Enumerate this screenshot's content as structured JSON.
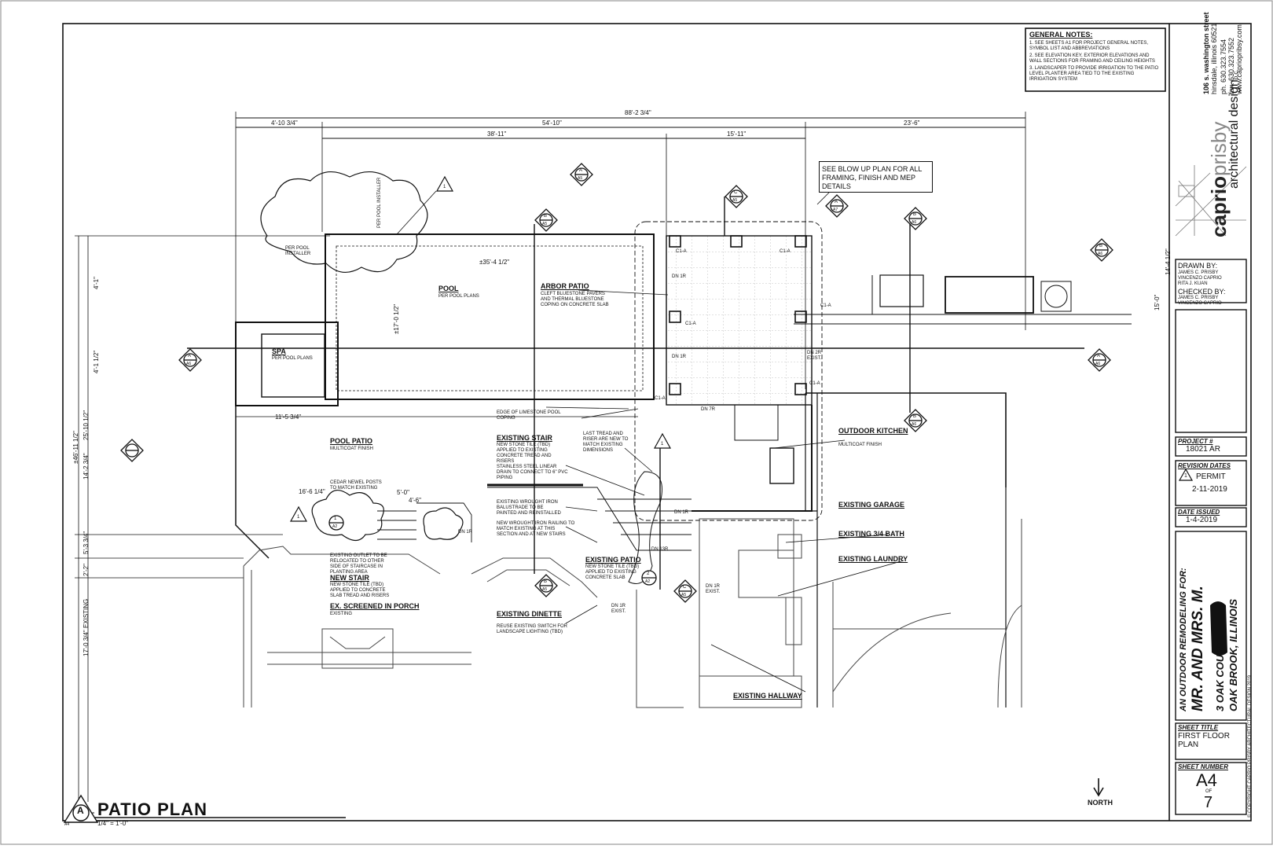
{
  "general_notes": {
    "title": "GENERAL NOTES:",
    "items": [
      "1. SEE SHEETS A1 FOR PROJECT GENERAL NOTES, SYMBOL LIST AND ABBREVIATIONS",
      "2. SEE ELEVATION KEY, EXTERIOR ELEVATIONS AND WALL SECTIONS FOR FRAMING AND CEILING HEIGHTS",
      "3. LANDSCAPER TO PROVIDE IRRIGATION TO THE PATIO LEVEL PLANTER AREA TIED TO THE EXISTING IRRIGATION SYSTEM"
    ]
  },
  "firm": {
    "address_lines": [
      "106 s. washington street",
      "hinsdale, illinois 60521",
      "ph. 630.323.7554",
      "fax. 630.323.7552",
      "www.capriopribsy.com"
    ],
    "name_a": "caprio",
    "name_b": "prisby",
    "subtitle": "architectural design",
    "suffix": "p.c."
  },
  "drawn_by": {
    "label": "DRAWN BY:",
    "names": [
      "JAMES C. PRISBY",
      "VINCENZO CAPRIO",
      "RITA J. KUAN"
    ]
  },
  "checked_by": {
    "label": "CHECKED BY:",
    "names": [
      "JAMES C. PRISBY",
      "VINCENZO CAPRIO"
    ]
  },
  "project": {
    "label": "PROJECT #",
    "value": "18021 AR"
  },
  "revision": {
    "label": "REVISION DATES",
    "item": "PERMIT",
    "mark": "1",
    "date": "2-11-2019"
  },
  "date_issued": {
    "label": "DATE ISSUED",
    "value": "1-4-2019"
  },
  "client": {
    "line1": "AN OUTDOOR REMODELING FOR:",
    "line2": "MR. AND MRS. M.",
    "line3": "3 OAK COURT",
    "line4": "OAK BROOK, ILLINOIS"
  },
  "copyright": "© COPYRIGHT CAPRIO PRISBY ARCHITECTURAL DESIGN 2019",
  "sheet_title": {
    "label": "SHEET TITLE",
    "value_1": "FIRST FLOOR",
    "value_2": "PLAN"
  },
  "sheet_number": {
    "label": "SHEET NUMBER",
    "value": "A4",
    "of": "OF",
    "total": "7"
  },
  "drawing": {
    "title": "PATIO PLAN",
    "scale": "1/4\" = 1'-0\"",
    "tag": "A",
    "tag_sheet": "A4",
    "north": "NORTH"
  },
  "dimensions": {
    "overall": "88'-2 3/4\"",
    "d1": "4'-10 3/4\"",
    "d2": "54'-10\"",
    "d3": "23'-6\"",
    "d4": "38'-11\"",
    "d5": "15'-11\"",
    "pool_len": "±35'-4 1/2\"",
    "pool_w": "±17'-0 1/2\"",
    "left_total": "±46'-11 1/2\"",
    "left_a": "25'-10 1/2\"",
    "left_b": "14'-2 3/4\"",
    "left_c": "5'-3 3/4\"",
    "left_d": "17'-0 3/4\" EXISTING",
    "left_e": "2'-2\"",
    "left_f": "4'-1\"",
    "left_g": "4'-1 1/2\"",
    "right_a": "14'-4 1/2\"",
    "right_b": "15'-0\"",
    "spa_dim": "11'-5 3/4\"",
    "stair_a": "16'-6 1/4\"",
    "stair_b": "5'-0\"",
    "stair_c": "4'-6\""
  },
  "labels": {
    "pool": "POOL",
    "pool_sub": "PER POOL PLANS",
    "spa": "SPA",
    "spa_sub": "PER POOL PLANS",
    "per_pool_installer": "PER POOL INSTALLER",
    "per_pool_installer_2": "PER POOL INSTALLER",
    "arbor": "ARBOR PATIO",
    "arbor_sub": "CLEFT BLUESTONE PAVERS AND THERMAL BLUESTONE COPING ON CONCRETE SLAB",
    "blowup": "SEE BLOW UP PLAN FOR ALL FRAMING, FINISH AND MEP DETAILS",
    "pool_patio": "POOL PATIO",
    "pool_patio_sub": "MULTICOAT FINISH",
    "limestone": "EDGE OF LIMESTONE POOL COPING",
    "existing_stair": "EXISTING STAIR",
    "existing_stair_sub": "NEW STONE TILE (TBD) APPLIED TO EXISTING CONCRETE TREAD AND RISERS",
    "last_tread": "LAST TREAD AND RISER ARE NEW TO MATCH EXISTING DIMENSIONS",
    "drain": "STAINLESS STEEL LINEAR DRAIN TO CONNECT TO 6\" PVC PIPING",
    "cedar": "CEDAR NEWEL POSTS TO MATCH EXISTING",
    "wrought1": "EXISTING WROUGHT IRON BALUSTRADE TO BE PAINTED AND REINSTALLED",
    "wrought2": "NEW WROUGHT IRON RAILING TO MATCH EXISTING AT THIS SECTION AND AT NEW STAIRS",
    "outlet": "EXISTING OUTLET TO BE RELOCATED TO OTHER SIDE OF STAIRCASE IN PLANTING AREA",
    "new_stair": "NEW STAIR",
    "new_stair_sub": "NEW STONE TILE (TBD) APPLIED TO CONCRETE SLAB TREAD AND RISERS",
    "screened": "EX. SCREENED IN PORCH",
    "screened_sub": "EXISTING",
    "ex_patio": "EXISTING PATIO",
    "ex_patio_sub": "NEW STONE TILE (TBD) APPLIED TO EXISTING CONCRETE SLAB",
    "dinette": "EXISTING DINETTE",
    "dinette_sub": "REUSE EXISTING SWITCH FOR LANDSCAPE LIGHTING (TBD)",
    "outdoor_kitchen": "OUTDOOR KITCHEN",
    "outdoor_kitchen_sub": "MULTICOAT FINISH",
    "garage": "EXISTING GARAGE",
    "bath": "EXISTING 3/4 BATH",
    "laundry": "EXISTING LAUNDRY",
    "hallway": "EXISTING HALLWAY",
    "dn1": "DN 1R",
    "dn2": "DN 2R EXIST.",
    "dn3": "DN 1R EXIST.",
    "dn4": "DN 1R",
    "dn5": "DN 7R",
    "dn6": "DN 1R",
    "dn7": "DN 1R EXIST.",
    "dn8": "DN 13R",
    "dn9": "DN 1R",
    "ci_a": "C1-A"
  },
  "section_markers": [
    {
      "letter": "A",
      "sheet": "A5"
    },
    {
      "letter": "B",
      "sheet": "A5"
    },
    {
      "letter": "C",
      "sheet": "A5"
    },
    {
      "letter": "B",
      "sheet": "A6"
    },
    {
      "letter": "A",
      "sheet": "A6"
    },
    {
      "letter": "A",
      "sheet": "A6"
    },
    {
      "letter": "B",
      "sheet": "A6"
    },
    {
      "letter": "B",
      "sheet": "A5"
    },
    {
      "letter": "C",
      "sheet": "A5"
    },
    {
      "letter": "A",
      "sheet": "A7"
    },
    {
      "letter": "B",
      "sheet": "A6"
    },
    {
      "letter": "1",
      "sheet": "A2"
    },
    {
      "letter": "2",
      "sheet": "A2"
    }
  ],
  "revision_tag": "1"
}
